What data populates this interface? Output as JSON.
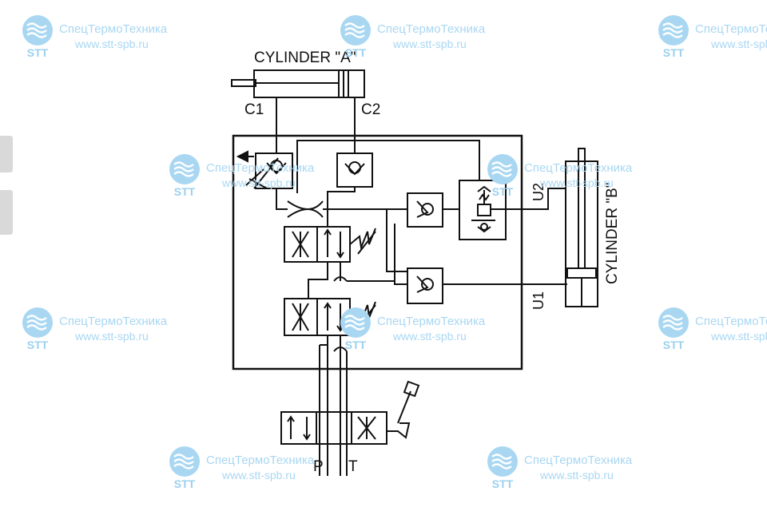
{
  "labels": {
    "cylinder_a": "CYLINDER \"A\"",
    "cylinder_b": "CYLINDER \"B\"",
    "port_c1": "C1",
    "port_c2": "C2",
    "port_u1": "U1",
    "port_u2": "U2",
    "port_p": "P",
    "port_t": "T"
  },
  "watermark": {
    "name": "СпецТермоТехника",
    "url": "www.stt-spb.ru",
    "abbr": "STT"
  },
  "colors": {
    "line": "#111111",
    "watermark": "#a9d7f2"
  }
}
